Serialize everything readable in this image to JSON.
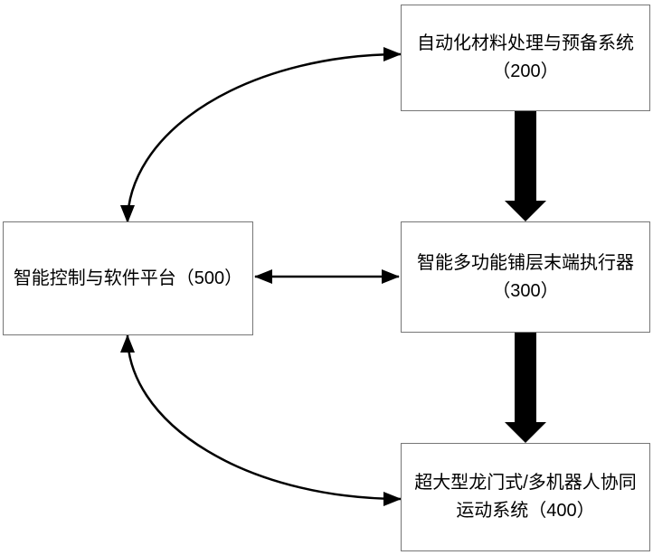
{
  "diagram": {
    "nodes": {
      "box200": {
        "ref": "200",
        "line1": "自动化材料处理与预备系统",
        "line2": "（200）"
      },
      "box300": {
        "ref": "300",
        "line1": "智能多功能铺层末端执行器",
        "line2": "（300）"
      },
      "box400": {
        "ref": "400",
        "line1": "超大型龙门式/多机器人协同",
        "line2": "运动系统（400）"
      },
      "box500": {
        "ref": "500",
        "line1": "智能控制与软件平台（500）"
      }
    },
    "edges": [
      {
        "from": "500",
        "to": "200",
        "style": "curved-thin-line",
        "bidirectional": true
      },
      {
        "from": "200",
        "to": "300",
        "style": "thick-block-arrow",
        "bidirectional": false
      },
      {
        "from": "500",
        "to": "300",
        "style": "straight-thin-line",
        "bidirectional": true
      },
      {
        "from": "300",
        "to": "400",
        "style": "thick-block-arrow",
        "bidirectional": false
      },
      {
        "from": "500",
        "to": "400",
        "style": "curved-thin-line",
        "bidirectional": true
      }
    ],
    "colors": {
      "background": "#ffffff",
      "box_border": "#767676",
      "box_fill": "#ffffff",
      "arrow": "#000000",
      "text": "#000000"
    }
  }
}
